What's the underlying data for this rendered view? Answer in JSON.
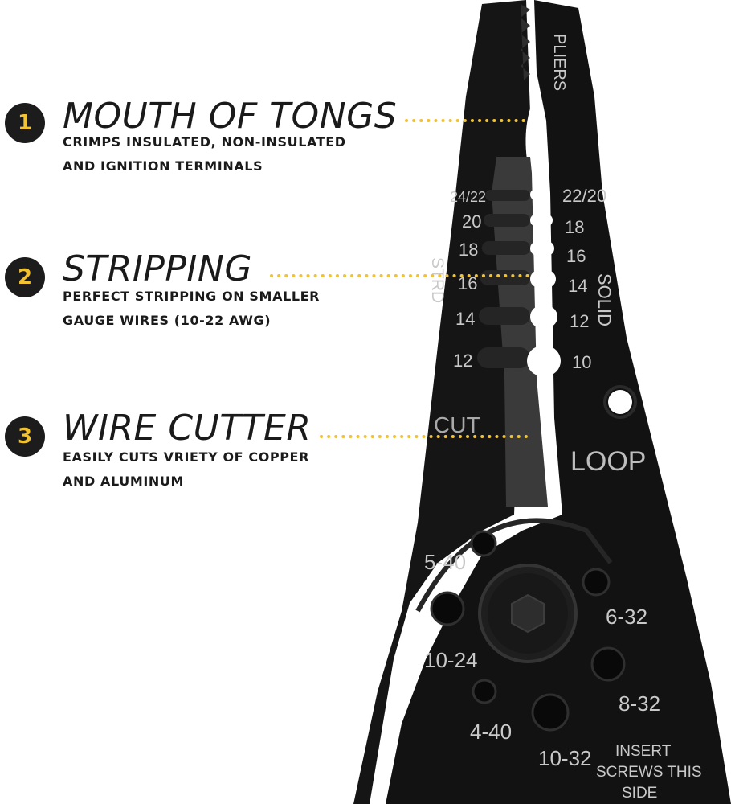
{
  "features": [
    {
      "number": "1",
      "title": "MOUTH OF TONGS",
      "desc_line1": "CRIMPS INSULATED, NON-INSULATED",
      "desc_line2": "AND IGNITION TERMINALS"
    },
    {
      "number": "2",
      "title": "STRIPPING",
      "desc_line1": "PERFECT STRIPPING ON SMALLER",
      "desc_line2": "GAUGE WIRES (10-22 AWG)"
    },
    {
      "number": "3",
      "title": "WIRE CUTTER",
      "desc_line1": "EASILY CUTS VRIETY OF COPPER",
      "desc_line2": "AND ALUMINUM"
    }
  ],
  "tool": {
    "pliers_label": "PLIERS",
    "stranded_label": "STRD",
    "solid_label": "SOLID",
    "stranded_gauges": [
      "24/22",
      "20",
      "18",
      "16",
      "14",
      "12"
    ],
    "solid_gauges": [
      "22/20",
      "18",
      "16",
      "14",
      "12",
      "10"
    ],
    "cut_label": "CUT",
    "loop_label": "LOOP",
    "screw_sizes": {
      "s540": "5-40",
      "s632": "6-32",
      "s1024": "10-24",
      "s832": "8-32",
      "s440": "4-40",
      "s1032": "10-32"
    },
    "insert_line1": "INSERT",
    "insert_line2": "SCREWS THIS",
    "insert_line3": "SIDE"
  },
  "colors": {
    "accent_yellow": "#f1c232",
    "badge_bg": "#1c1c1c",
    "tool_body": "#161616",
    "tool_text": "#c9c9c9"
  }
}
